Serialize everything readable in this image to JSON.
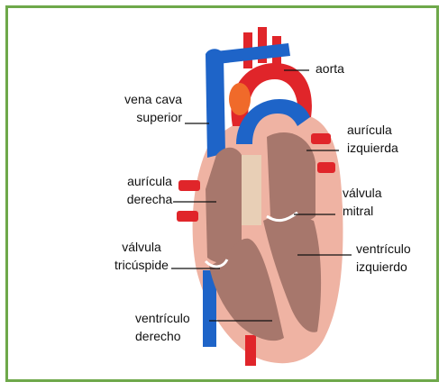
{
  "colors": {
    "frame": "#6ea84a",
    "vein_blue": "#1e64c8",
    "artery_red": "#e0252a",
    "muscle_pink": "#efb3a3",
    "chamber_brown": "#a7776c",
    "septum_beige": "#e8cfb6",
    "leader_line": "#111111"
  },
  "labels": {
    "aorta": "aorta",
    "vena_cava_1": "vena cava",
    "vena_cava_2": "superior",
    "auricula_izq_1": "aurícula",
    "auricula_izq_2": "izquierda",
    "auricula_der_1": "aurícula",
    "auricula_der_2": "derecha",
    "valvula_mitral_1": "válvula",
    "valvula_mitral_2": "mitral",
    "valvula_tric_1": "válvula",
    "valvula_tric_2": "tricúspide",
    "ventriculo_izq_1": "ventrículo",
    "ventriculo_izq_2": "izquierdo",
    "ventriculo_der_1": "ventrículo",
    "ventriculo_der_2": "derecho"
  }
}
